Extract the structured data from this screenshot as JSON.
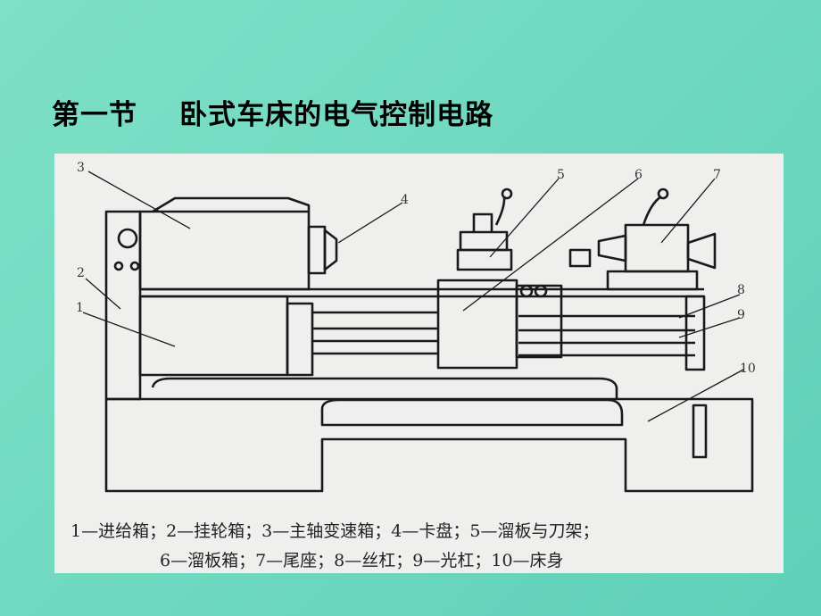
{
  "slide": {
    "title": "第一节    卧式车床的电气控制电路"
  },
  "figure": {
    "part_numbers": [
      "1",
      "2",
      "3",
      "4",
      "5",
      "6",
      "7",
      "8",
      "9",
      "10"
    ],
    "caption_line1": "1—进给箱；2—挂轮箱；3—主轴变速箱；4—卡盘；5—溜板与刀架；",
    "caption_line2": "6—溜板箱；7—尾座；8—丝杠；9—光杠；10—床身"
  },
  "colors": {
    "background": "#6fd9c0",
    "panel": "#efefed",
    "ink": "#1a1a1a"
  }
}
